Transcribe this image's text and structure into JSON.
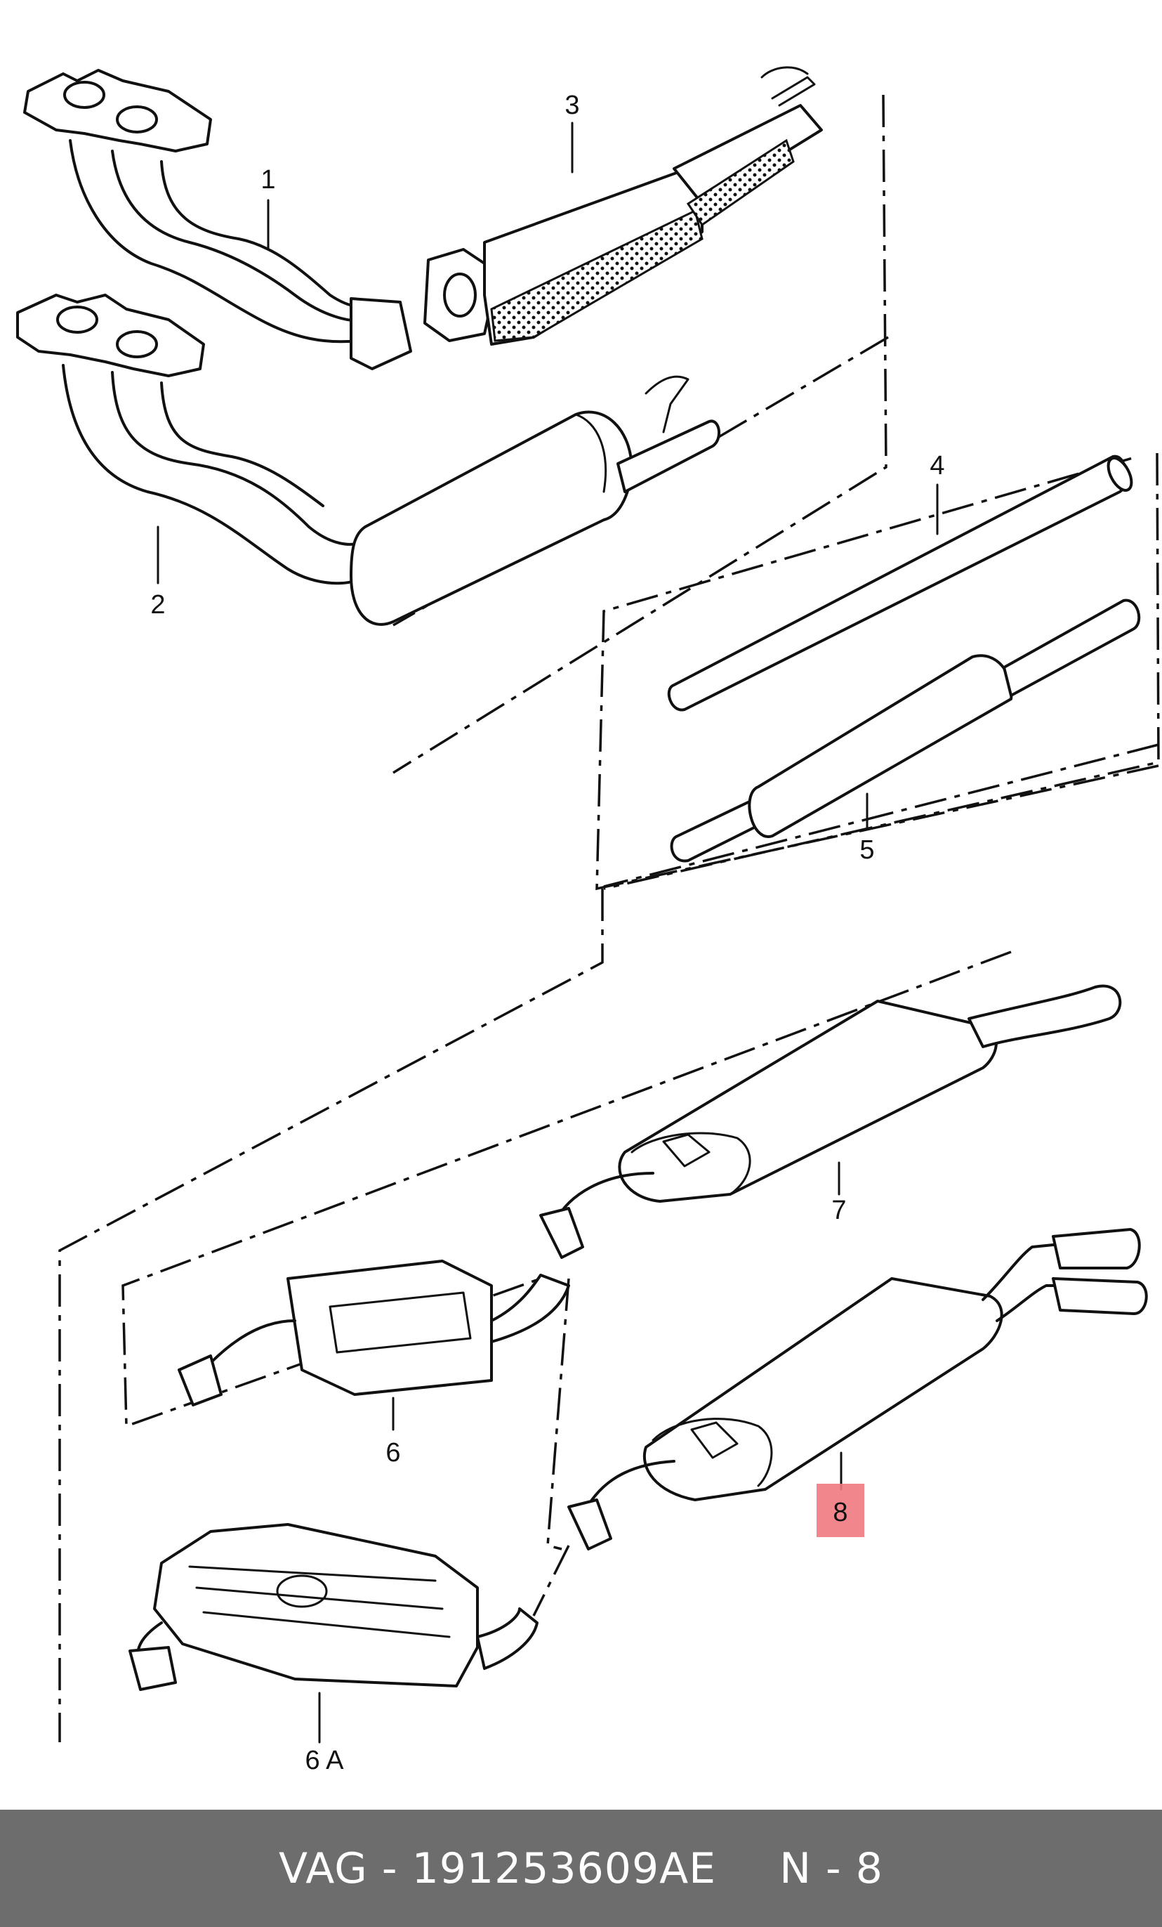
{
  "footer": {
    "brand": "VAG",
    "separator": "-",
    "part_number": "191253609AE",
    "ref": "N - 8"
  },
  "labels": {
    "l1": "1",
    "l2": "2",
    "l3": "3",
    "l4": "4",
    "l5": "5",
    "l6": "6",
    "l6a": "6 A",
    "l7": "7",
    "l8": "8"
  },
  "highlight_color": "#f07a80"
}
